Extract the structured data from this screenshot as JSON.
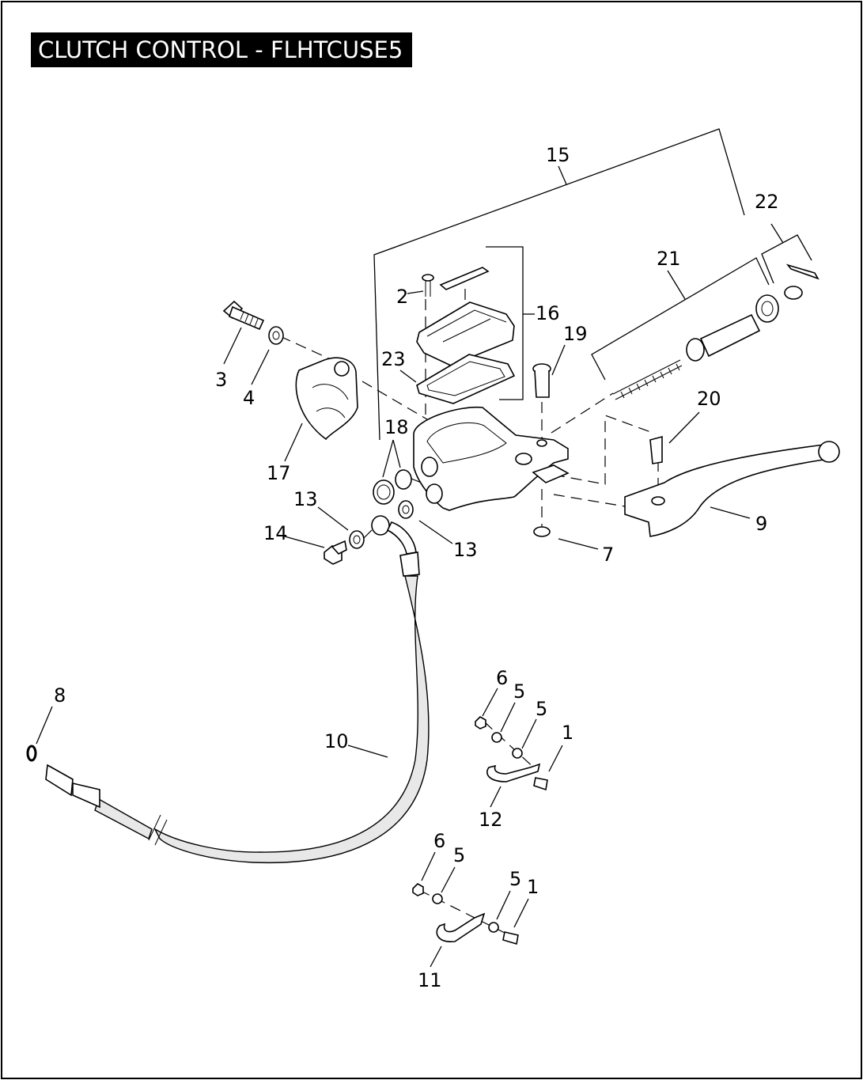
{
  "title": "CLUTCH CONTROL - FLHTCUSE5",
  "callouts": [
    {
      "id": "c15",
      "text": "15"
    },
    {
      "id": "c22",
      "text": "22"
    },
    {
      "id": "c21",
      "text": "21"
    },
    {
      "id": "c2",
      "text": "2"
    },
    {
      "id": "c16",
      "text": "16"
    },
    {
      "id": "c19",
      "text": "19"
    },
    {
      "id": "c23",
      "text": "23"
    },
    {
      "id": "c3",
      "text": "3"
    },
    {
      "id": "c4",
      "text": "4"
    },
    {
      "id": "c20",
      "text": "20"
    },
    {
      "id": "c18",
      "text": "18"
    },
    {
      "id": "c17",
      "text": "17"
    },
    {
      "id": "c13a",
      "text": "13"
    },
    {
      "id": "c14",
      "text": "14"
    },
    {
      "id": "c13b",
      "text": "13"
    },
    {
      "id": "c9",
      "text": "9"
    },
    {
      "id": "c7",
      "text": "7"
    },
    {
      "id": "c8",
      "text": "8"
    },
    {
      "id": "c10",
      "text": "10"
    },
    {
      "id": "c6a",
      "text": "6"
    },
    {
      "id": "c5a",
      "text": "5"
    },
    {
      "id": "c5b",
      "text": "5"
    },
    {
      "id": "c1a",
      "text": "1"
    },
    {
      "id": "c12",
      "text": "12"
    },
    {
      "id": "c6b",
      "text": "6"
    },
    {
      "id": "c5c",
      "text": "5"
    },
    {
      "id": "c5d",
      "text": "5"
    },
    {
      "id": "c1b",
      "text": "1"
    },
    {
      "id": "c11",
      "text": "11"
    }
  ]
}
